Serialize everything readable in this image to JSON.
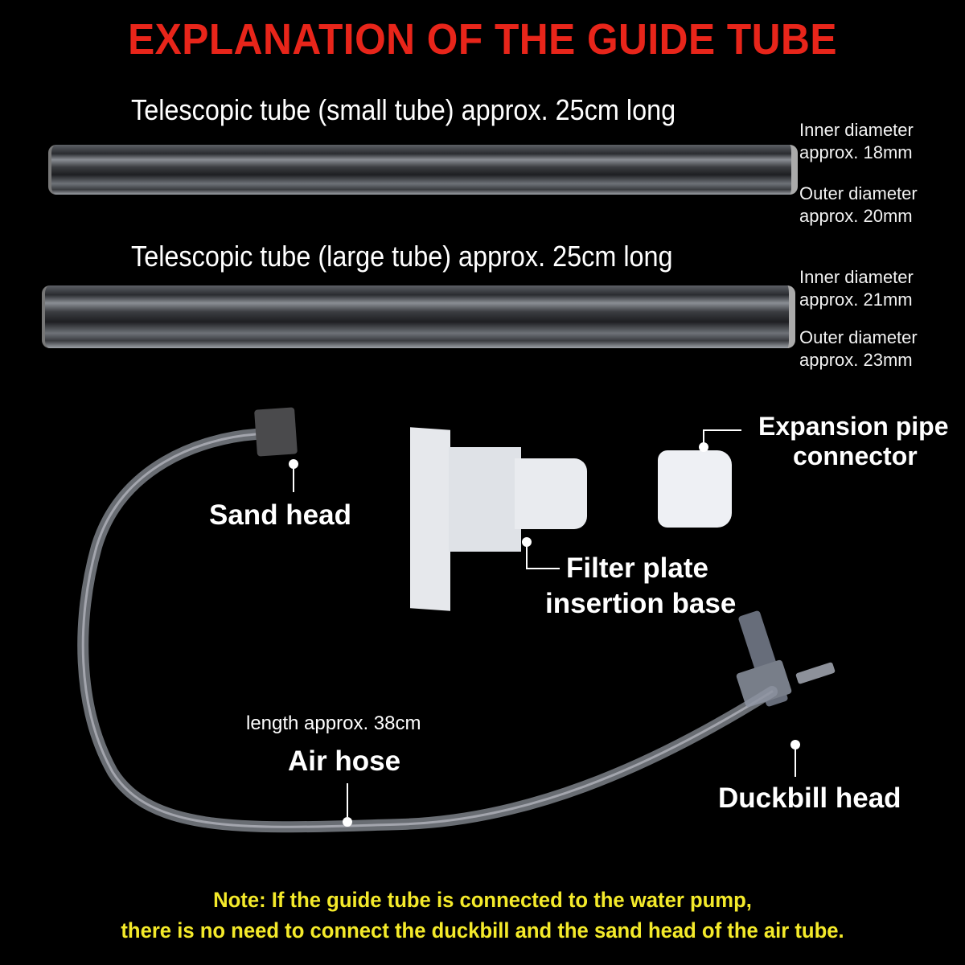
{
  "title": "EXPLANATION OF THE GUIDE TUBE",
  "colors": {
    "title": "#e8251a",
    "text": "#ffffff",
    "note": "#f4ea2a",
    "background": "#000000"
  },
  "tubes": [
    {
      "label": "Telescopic tube (small tube) approx. 25cm long",
      "specs": [
        {
          "line1": "Inner diameter",
          "line2": "approx. 18mm"
        },
        {
          "line1": "Outer diameter",
          "line2": "approx. 20mm"
        }
      ]
    },
    {
      "label": "Telescopic tube (large tube) approx. 25cm long",
      "specs": [
        {
          "line1": "Inner diameter",
          "line2": "approx. 21mm"
        },
        {
          "line1": "Outer diameter",
          "line2": "approx. 23mm"
        }
      ]
    }
  ],
  "parts": {
    "sand_head": "Sand head",
    "filter_plate_line1": "Filter plate",
    "filter_plate_line2": "insertion base",
    "expansion_line1": "Expansion pipe",
    "expansion_line2": "connector",
    "air_hose_length": "length approx. 38cm",
    "air_hose": "Air hose",
    "duckbill_head": "Duckbill head"
  },
  "note": {
    "line1": "Note: If the guide tube is connected to the water pump,",
    "line2": "there is no need to connect the duckbill and the sand head of the air tube."
  }
}
